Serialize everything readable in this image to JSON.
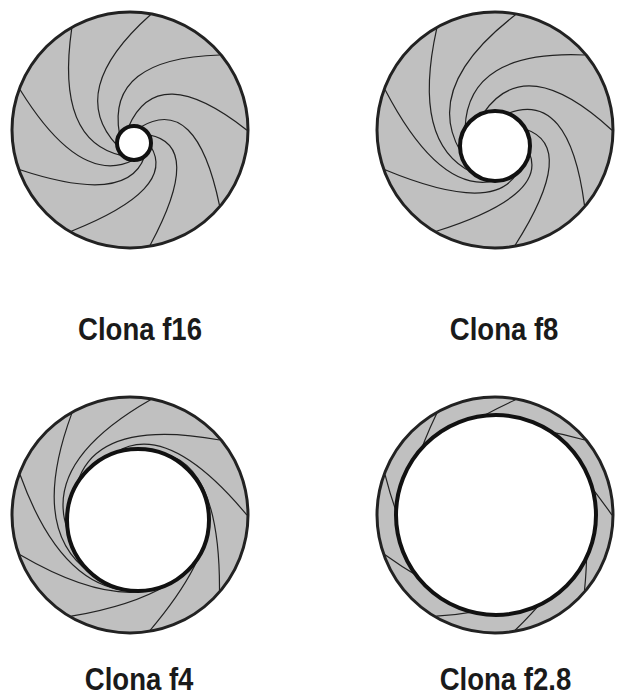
{
  "diagram": {
    "labels": [
      "Clona f16",
      "Clona f8",
      "Clona f4",
      "Clona f2.8"
    ]
  }
}
